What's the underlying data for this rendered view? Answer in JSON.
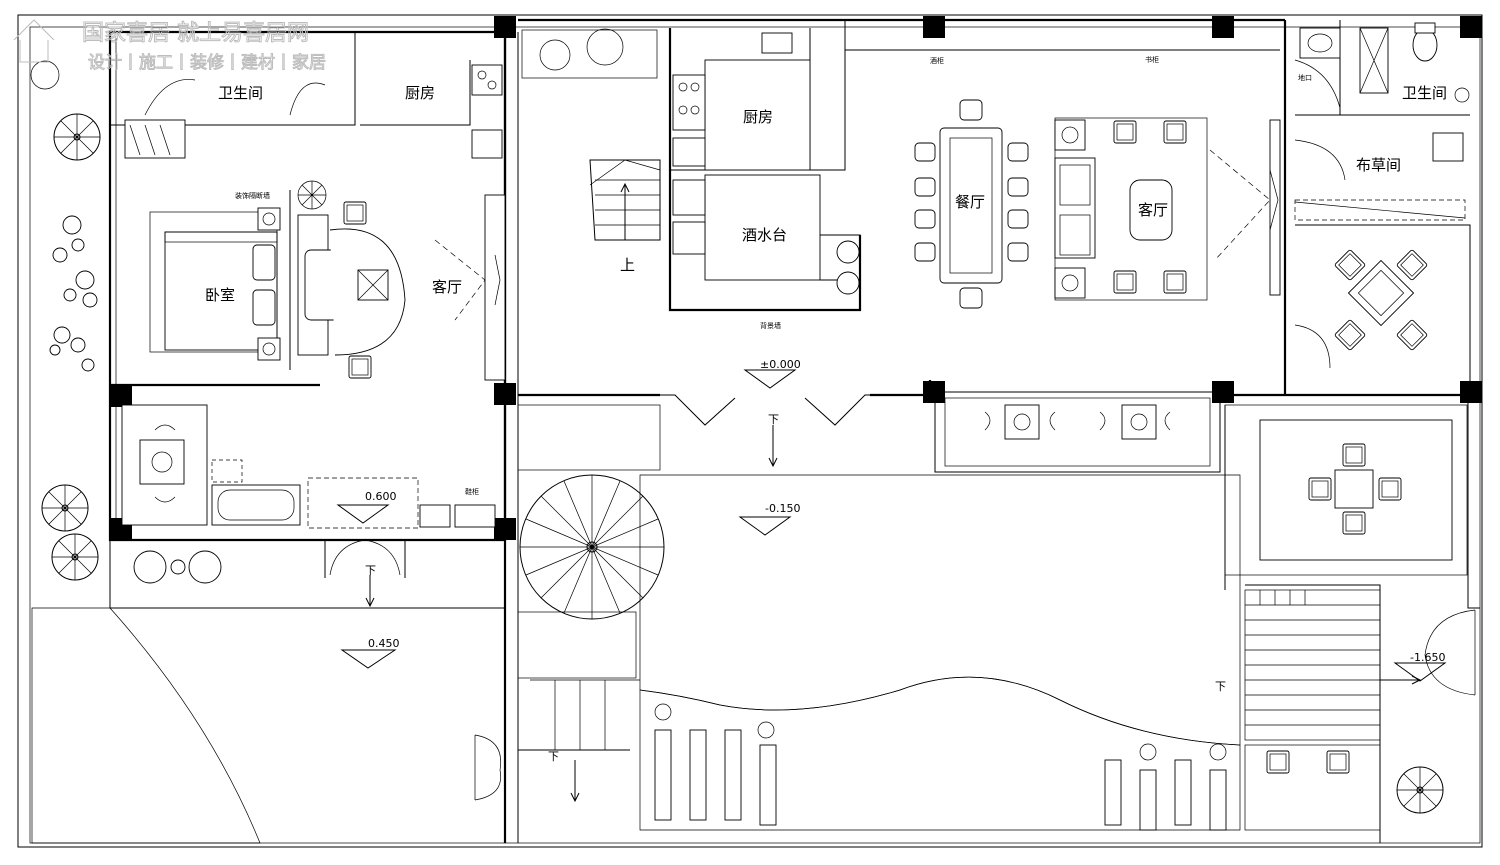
{
  "watermark": {
    "title": "国家喜居 就上易喜居网",
    "subtitle": "设计丨施工丨装修丨建材丨家居"
  },
  "rooms": {
    "bathroom_left": "卫生间",
    "kitchen_left": "厨房",
    "bedroom": "卧室",
    "living_left": "客厅",
    "kitchen_center": "厨房",
    "bar_counter": "酒水台",
    "dining": "餐厅",
    "living_main": "客厅",
    "bathroom_right": "卫生间",
    "linen_room": "布草间"
  },
  "annotations": {
    "deco_partition": "装饰隔断墙",
    "stair_up": "上",
    "feature_wall": "背景墙",
    "wine_cabinet": "酒柜",
    "bookshelf": "书柜",
    "basin": "地口",
    "cabinet": "鞋柜"
  },
  "levels": {
    "main": "±0.000",
    "courtyard": "-0.150",
    "terrace": "0.600",
    "garden": "0.450",
    "lower": "-1.650"
  },
  "directions": {
    "down_1": "下",
    "down_2": "下",
    "down_3": "下",
    "down_4": "下"
  }
}
